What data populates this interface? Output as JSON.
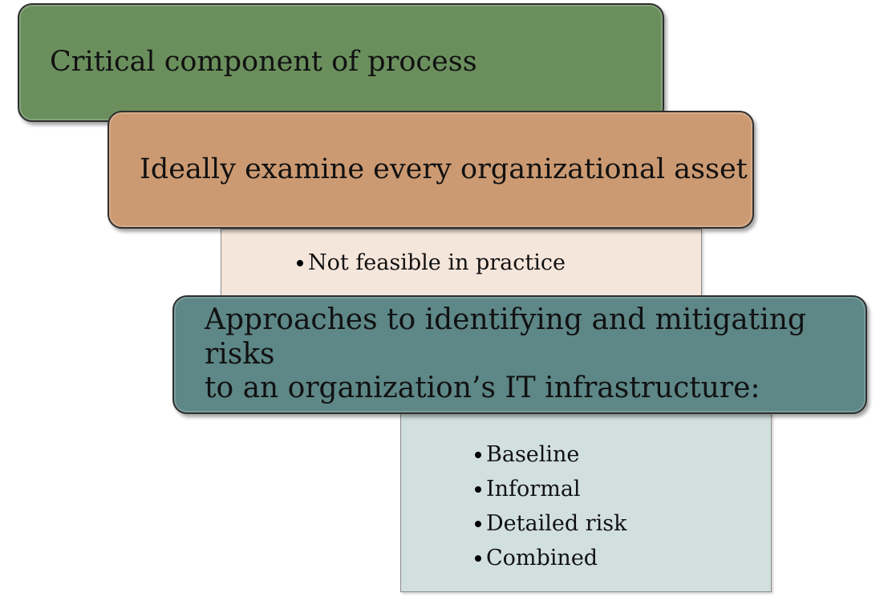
{
  "colors": {
    "box1_fill": "#6a8f5d",
    "box2_fill": "#cc9a72",
    "panel1_fill": "#f5e6dc",
    "box3_fill": "#5e8787",
    "panel2_fill": "#d2dfdf",
    "border": "#2f2f2f",
    "text": "#111111"
  },
  "boxes": [
    {
      "title": "Critical component of process"
    },
    {
      "title": "Ideally examine every organizational asset",
      "bullets": [
        "Not feasible in practice"
      ]
    },
    {
      "title_line1": "Approaches to identifying and mitigating risks",
      "title_line2": "to an organization’s IT infrastructure:",
      "bullets": [
        "Baseline",
        "Informal",
        "Detailed risk",
        "Combined"
      ]
    }
  ]
}
